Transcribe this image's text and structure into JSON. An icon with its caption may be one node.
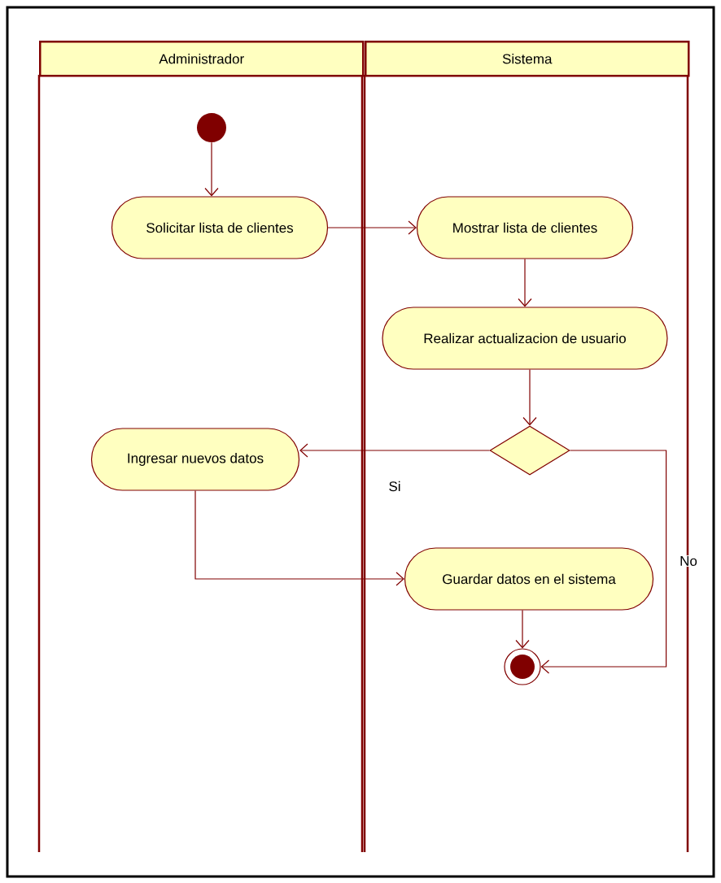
{
  "diagram": {
    "nodes": [
      {
        "text": [
          "Administrador"
        ]
      },
      {
        "text": [
          "Sistema"
        ]
      },
      {
        "text": [],
        "shape": "circle",
        "in": 0
      },
      {
        "text": [
          "Solicitar lista de clientes"
        ],
        "in": 0
      },
      {
        "text": [
          "Mostrar lista de clientes"
        ],
        "in": 1
      },
      {
        "text": [
          "Realizar actualizacion de usuario"
        ],
        "in": 1
      },
      {
        "text": [],
        "shape": "diamond",
        "in": 1
      },
      {
        "text": [
          "Ingresar nuevos datos"
        ],
        "in": 0
      },
      {
        "text": [
          "Guardar datos en el sistema"
        ],
        "in": 1
      },
      {
        "text": [],
        "shape": "circle",
        "in": 1
      }
    ],
    "edges": [
      {
        "from": 2,
        "to": 3,
        "arrow": "to"
      },
      {
        "from": 3,
        "to": 4,
        "arrow": "to"
      },
      {
        "from": 4,
        "to": 5,
        "arrow": "to"
      },
      {
        "from": 5,
        "to": 6,
        "arrow": "to"
      },
      {
        "from": 6,
        "to": 7,
        "arrow": "to",
        "label": "Si"
      },
      {
        "from": 6,
        "to": 9,
        "arrow": "to",
        "label": "No"
      },
      {
        "from": 7,
        "to": 8,
        "arrow": "to"
      },
      {
        "from": 8,
        "to": 9,
        "arrow": "to"
      }
    ]
  }
}
